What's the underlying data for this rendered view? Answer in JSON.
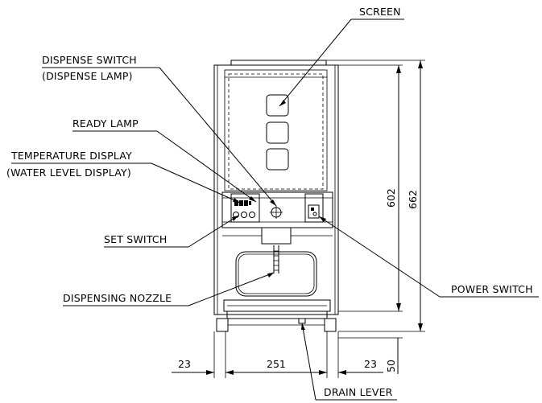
{
  "labels": {
    "screen": "SCREEN",
    "dispense_switch": "DISPENSE SWITCH",
    "dispense_lamp": "(DISPENSE LAMP)",
    "ready_lamp": "READY LAMP",
    "temperature_display": "TEMPERATURE DISPLAY",
    "water_level_display": "(WATER LEVEL DISPLAY)",
    "set_switch": "SET SWITCH",
    "dispensing_nozzle": "DISPENSING NOZZLE",
    "power_switch": "POWER SWITCH",
    "drain_lever": "DRAIN LEVER"
  },
  "dimensions": {
    "height_602": "602",
    "height_662": "662",
    "width_left": "23",
    "width_center": "251",
    "width_right": "23",
    "foot_height": "50"
  }
}
